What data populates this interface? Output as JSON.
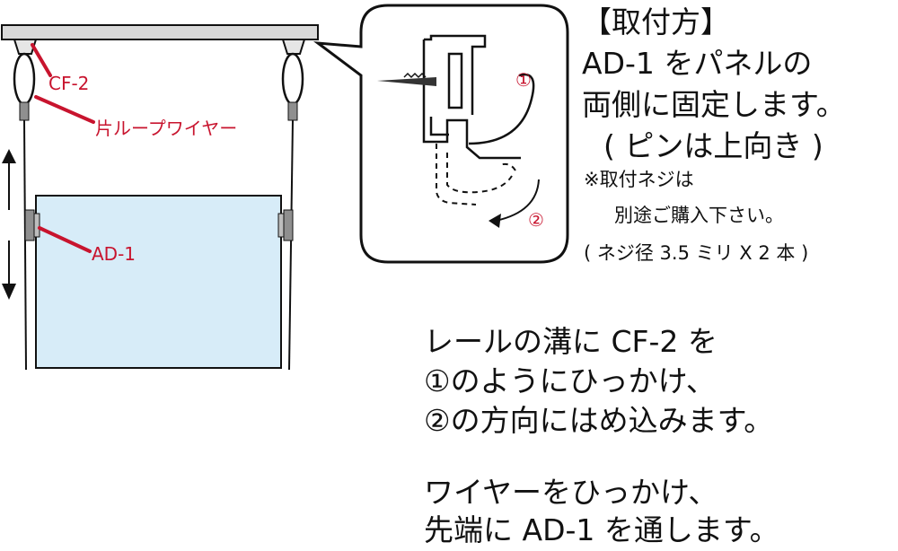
{
  "labels": {
    "cf2": "CF-2",
    "wire": "片ループワイヤー",
    "ad1": "AD-1",
    "step1": "①",
    "step2": "②"
  },
  "instructions": {
    "heading": "【取付方】",
    "line1": "AD-1 をパネルの",
    "line2": "両側に固定します。",
    "line3": "( ピンは上向き )",
    "note1": "※取付ネジは",
    "note2": "別途ご購入下さい。",
    "note3": "( ネジ径 3.5 ミリ X 2 本 )"
  },
  "steps": {
    "a1": "レールの溝に CF-2 を",
    "a2": "①のようにひっかけ、",
    "a3": "②の方向にはめ込みます。",
    "b1": "ワイヤーをひっかけ、",
    "b2": "先端に AD-1 を通します。"
  },
  "colors": {
    "accent": "#c8142e",
    "panel": "#d7ecf8",
    "rail": "#d9d9d9",
    "line": "#111111"
  }
}
